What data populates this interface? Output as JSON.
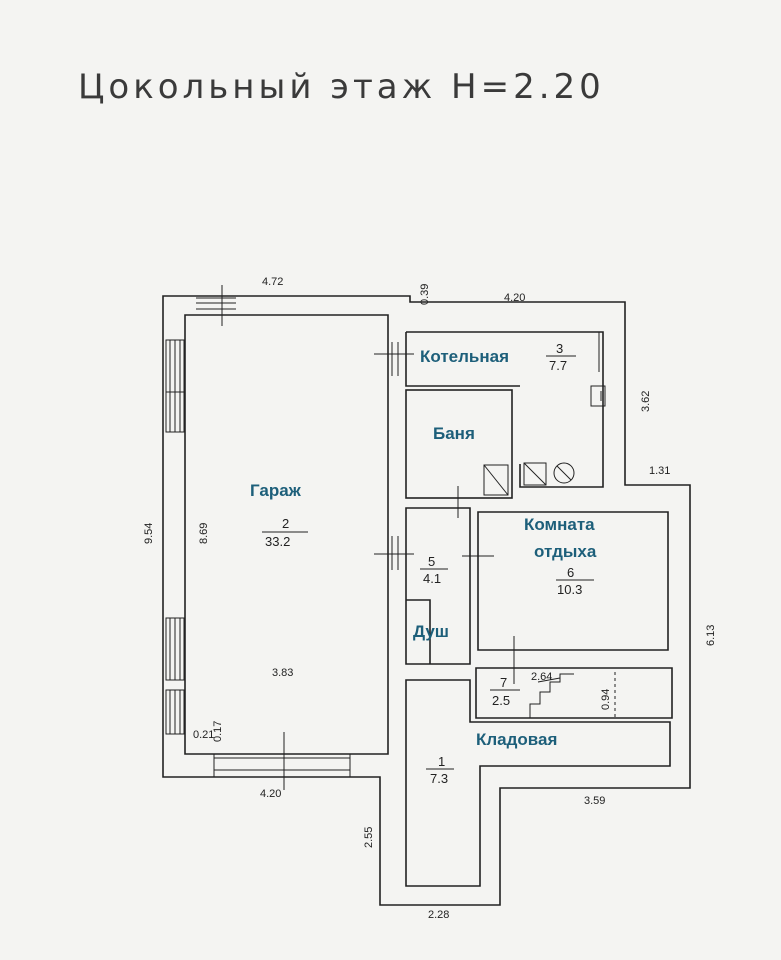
{
  "title": "Цокольный этаж H=2.20",
  "rooms": {
    "garage": {
      "label": "Гараж",
      "number": "2",
      "area": "33.2"
    },
    "boiler": {
      "label": "Котельная",
      "number": "3",
      "area": "7.7"
    },
    "sauna": {
      "label": "Баня"
    },
    "lounge": {
      "label_line1": "Комната",
      "label_line2": "отдыха",
      "number": "6",
      "area": "10.3"
    },
    "shower": {
      "label": "Душ",
      "number": "5",
      "area": "4.1"
    },
    "small": {
      "number": "7",
      "area": "2.5"
    },
    "storage": {
      "label": "Кладовая",
      "number": "1",
      "area": "7.3"
    }
  },
  "dimensions": {
    "top_left": "4.72",
    "top_gap": "0.39",
    "top_right": "4.20",
    "right_upper": "3.62",
    "step": "1.31",
    "right_lower": "6.13",
    "left_outer": "9.54",
    "left_inner": "8.69",
    "garage_inner": "3.83",
    "corner_a": "0.21",
    "corner_b": "0.17",
    "bottom_left": "4.20",
    "bottom_right": "3.59",
    "storage_height": "2.55",
    "storage_width": "2.28",
    "stair_width": "2.64",
    "stair_height": "0.94"
  }
}
